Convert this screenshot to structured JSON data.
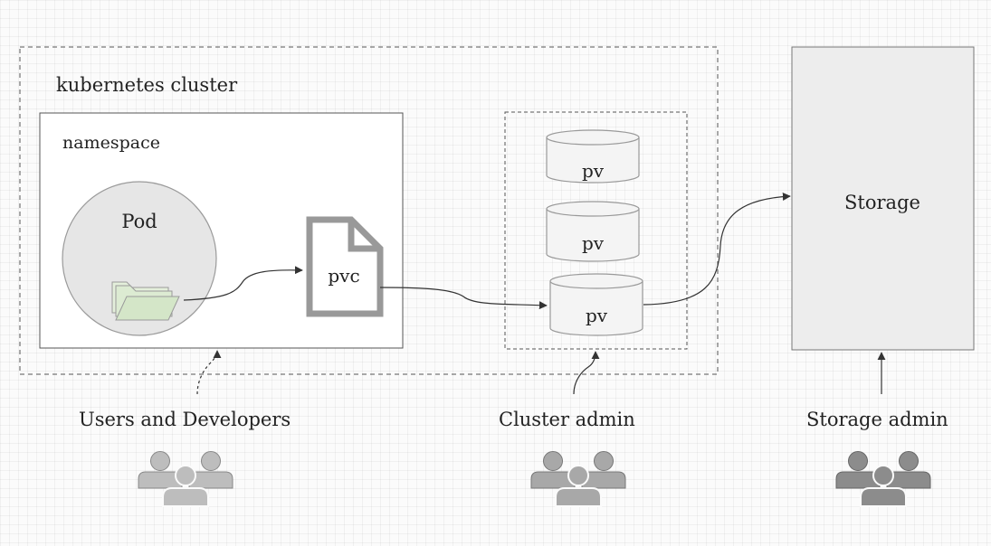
{
  "labels": {
    "cluster": "kubernetes cluster",
    "namespace": "namespace",
    "pod": "Pod",
    "pvc": "pvc",
    "pv_1": "pv",
    "pv_2": "pv",
    "pv_3": "pv",
    "storage": "Storage"
  },
  "roles": {
    "developers": "Users and Developers",
    "cluster_admin": "Cluster admin",
    "storage_admin": "Storage admin"
  },
  "icons": {
    "folder": "folder-icon",
    "document": "document-icon",
    "volume": "cylinder-icon",
    "people": "user-group-icon"
  },
  "colors": {
    "line": "#333333",
    "box_fill": "#ffffff",
    "pod_fill": "#e6e6e6",
    "storage_fill": "#ededed",
    "folder_fill": "#dcebd2",
    "people_dev": "#bdbdbd",
    "people_admin": "#a8a8a8",
    "people_storage": "#8c8c8c"
  }
}
